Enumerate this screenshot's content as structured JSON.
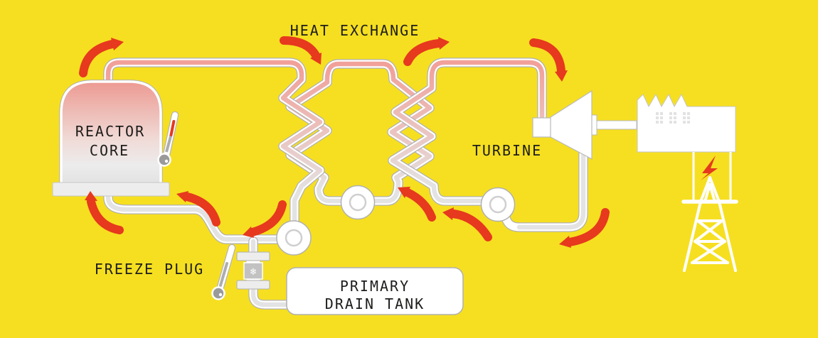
{
  "diagram": {
    "type": "molten-salt-reactor-flow-schematic",
    "labels": {
      "heat_exchange": "HEAT EXCHANGE",
      "reactor_core_line1": "REACTOR",
      "reactor_core_line2": "CORE",
      "turbine": "TURBINE",
      "freeze_plug": "FREEZE PLUG",
      "drain_tank_line1": "PRIMARY",
      "drain_tank_line2": "DRAIN TANK",
      "snowflake_glyph": "❄"
    },
    "colors": {
      "background": "#F6DF20",
      "pipe_hot": "#F1A19A",
      "pipe_cold": "#E3E3E3",
      "pipe_casing": "#FFFFFF",
      "pipe_outline": "#B0B0B0",
      "flow_arrow": "#E6391E",
      "label_text": "#1D1D1B",
      "equipment_white": "#FFFFFF",
      "equipment_gray": "#C2C2C2",
      "thermometer_bulb": "#9A9A9A",
      "lightning": "#E6391E"
    },
    "components": [
      {
        "name": "reactor-core-vessel",
        "label_ref": "reactor_core"
      },
      {
        "name": "heat-exchanger-coils",
        "label_ref": "heat_exchange",
        "count": 2
      },
      {
        "name": "pump-icon",
        "count": 3
      },
      {
        "name": "turbine",
        "label_ref": "turbine"
      },
      {
        "name": "generator-building"
      },
      {
        "name": "transmission-tower-icon"
      },
      {
        "name": "lightning-icon"
      },
      {
        "name": "freeze-plug-valve",
        "label_ref": "freeze_plug",
        "icon": "snowflake-icon"
      },
      {
        "name": "primary-drain-tank",
        "label_ref": "drain_tank"
      },
      {
        "name": "thermometer-icon",
        "count": 2
      },
      {
        "name": "flow-arrow",
        "count": 10
      }
    ]
  }
}
